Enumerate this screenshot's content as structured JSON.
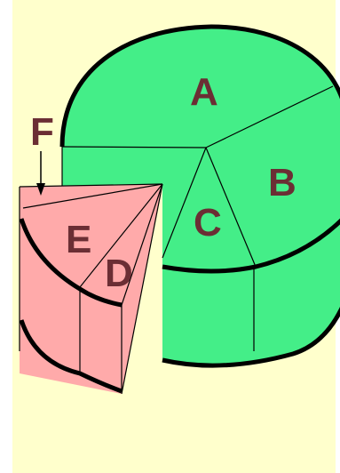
{
  "labels": {
    "a": "A",
    "b": "B",
    "c": "C",
    "d": "D",
    "e": "E",
    "f": "F"
  },
  "colors": {
    "background": "#ffffcc",
    "main_cylinder": "#44ee88",
    "cut_wedge": "#ffaaaa",
    "outline": "#000000",
    "label_text": "#6b2e34",
    "margin": "#ffffff"
  }
}
